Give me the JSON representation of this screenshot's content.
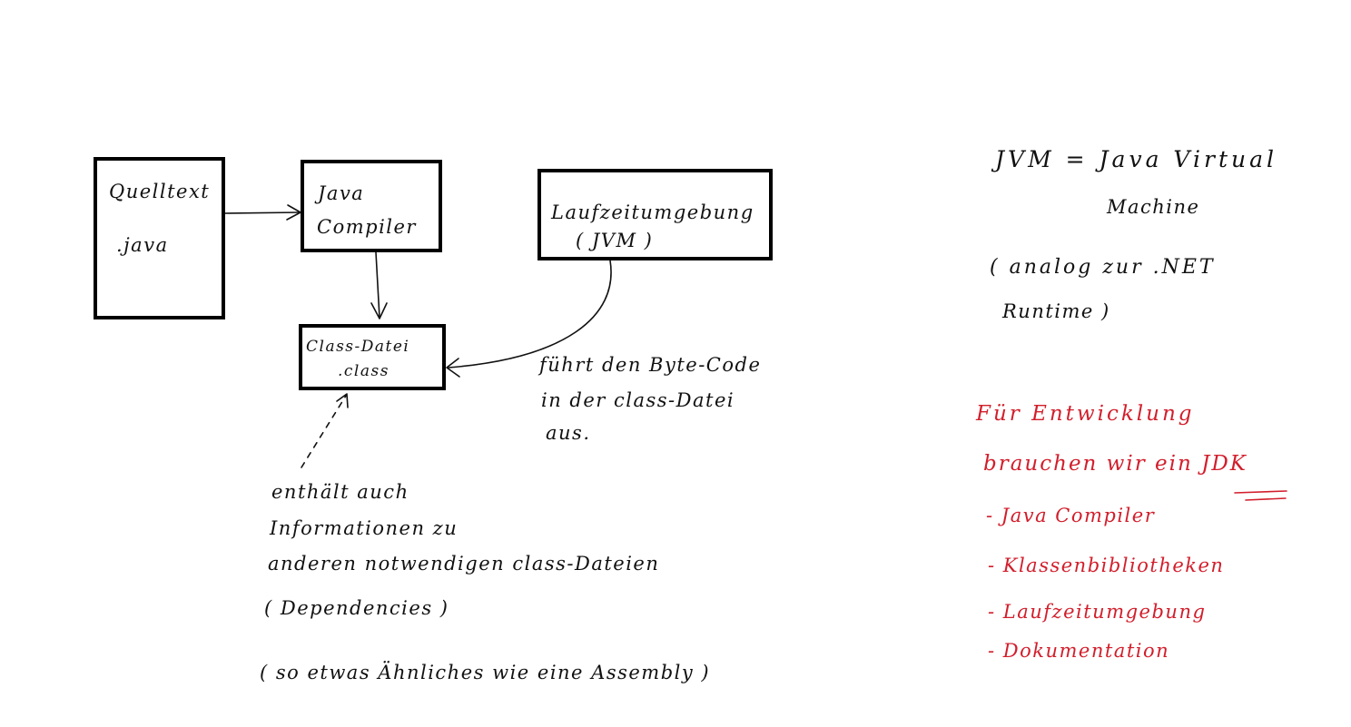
{
  "diagram": {
    "source_box": {
      "line1": "Quelltext",
      "line2": ".java"
    },
    "compiler_box": {
      "line1": "Java",
      "line2": "Compiler"
    },
    "runtime_box": {
      "line1": "Laufzeitumgebung",
      "line2": "( JVM )"
    },
    "class_box": {
      "line1": "Class-Datei",
      "line2": ".class"
    },
    "runtime_note": [
      "führt den Byte-Code",
      "in der class-Datei",
      "aus."
    ],
    "class_note": [
      "enthält auch",
      "Informationen zu",
      "anderen notwendigen class-Dateien",
      "( Dependencies )"
    ],
    "assembly_note": "( so etwas Ähnliches wie eine Assembly )"
  },
  "jvm_definition": {
    "line1": "JVM = Java Virtual",
    "line2": "Machine",
    "line3": "( analog zur .NET",
    "line4": "Runtime )"
  },
  "jdk_notes": {
    "line1": "Für Entwicklung",
    "line2": "brauchen wir ein JDK",
    "items": [
      "- Java Compiler",
      "- Klassenbibliotheken",
      "- Laufzeitumgebung",
      "- Dokumentation"
    ]
  },
  "colors": {
    "ink": "#111111",
    "accent": "#d21e2b"
  }
}
